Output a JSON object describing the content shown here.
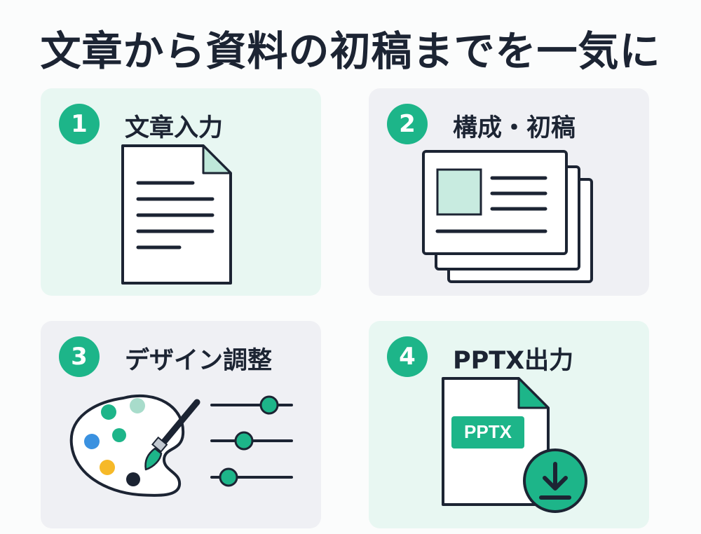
{
  "title": "文章から資料の初稿までを一気に",
  "steps": [
    {
      "number": "1",
      "label": "文章入力"
    },
    {
      "number": "2",
      "label": "構成・初稿"
    },
    {
      "number": "3",
      "label": "デザイン調整"
    },
    {
      "number": "4",
      "label": "PPTX出力"
    }
  ],
  "pptx_badge": "PPTX",
  "colors": {
    "accent": "#1db589",
    "ink": "#1c2433",
    "mint": "#e8f7f2",
    "gray": "#eff0f4"
  }
}
